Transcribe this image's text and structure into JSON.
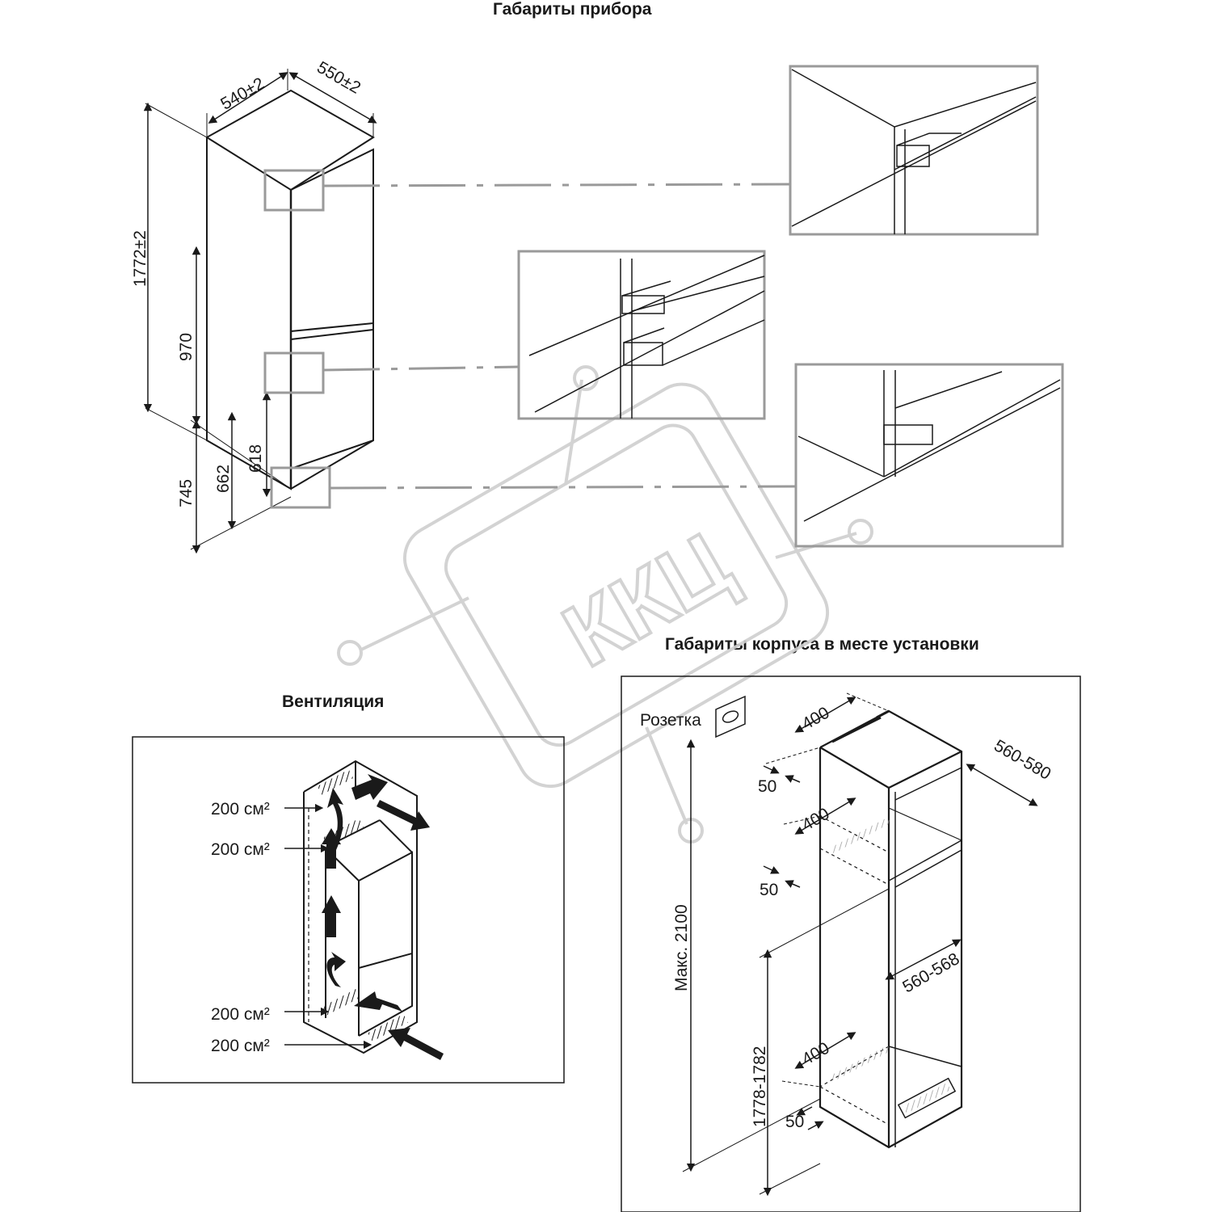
{
  "sections": {
    "device_title": "Габариты прибора",
    "ventilation_title": "Вентиляция",
    "niche_title": "Габариты корпуса в месте установки"
  },
  "device": {
    "width": "540±2",
    "depth": "550±2",
    "height": "1772±2",
    "h970": "970",
    "h745": "745",
    "h662": "662",
    "h618": "618"
  },
  "ventilation": {
    "labels": [
      "200 см²",
      "200 см²",
      "200 см²",
      "200 см²"
    ]
  },
  "niche": {
    "socket": "Розетка",
    "top_width": "400",
    "gap1": "50",
    "mid_width": "400",
    "gap2": "50",
    "depth": "560-580",
    "inner_width": "560-568",
    "max_height": "Макс. 2100",
    "niche_height": "1778-1782",
    "bottom_width": "400",
    "gap3": "50"
  },
  "watermark": "ККЦ",
  "colors": {
    "line": "#1a1a1a",
    "zoom_frame": "#9a9a9a",
    "watermark": "#cfcfcf"
  },
  "icons": [
    "socket-icon",
    "airflow-arrow-icon"
  ]
}
